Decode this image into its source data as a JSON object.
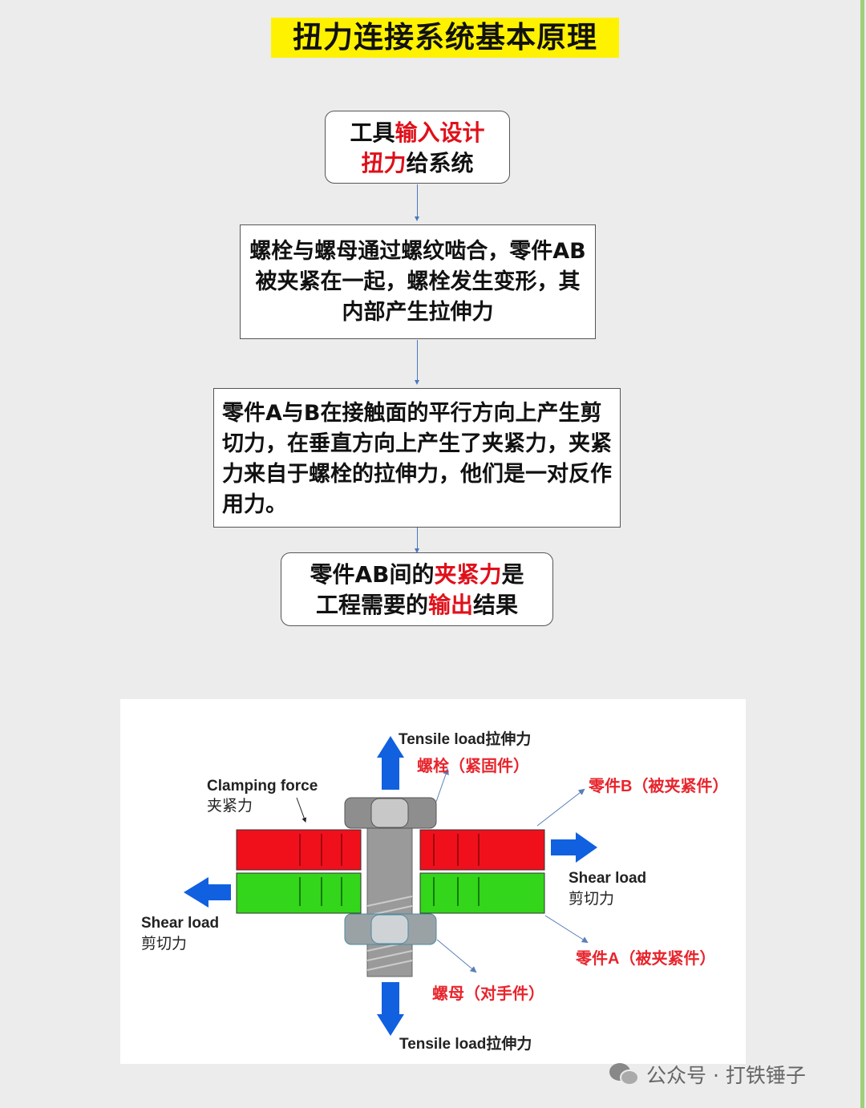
{
  "title": "扭力连接系统基本原理",
  "flow": {
    "box1": {
      "line1_a": "工具",
      "line1_b": "输入设计",
      "line2_a": "扭力",
      "line2_b": "给系统"
    },
    "box2": {
      "text": "螺栓与螺母通过螺纹啮合，零件AB被夹紧在一起，螺栓发生变形，其内部产生拉伸力"
    },
    "box3": {
      "text": "零件A与B在接触面的平行方向上产生剪切力，在垂直方向上产生了夹紧力，夹紧力来自于螺栓的拉伸力，他们是一对反作用力。"
    },
    "box4": {
      "a": "零件AB间的",
      "b": "夹紧力",
      "c": "是",
      "d": "工程需要的",
      "e": "输出",
      "f": "结果"
    }
  },
  "diagram": {
    "tensile_top": "Tensile load拉伸力",
    "bolt": "螺栓（紧固件）",
    "clamping_en": "Clamping force",
    "clamping_cn": "夹紧力",
    "part_b": "零件B（被夹紧件）",
    "shear_right_en": "Shear load",
    "shear_right_cn": "剪切力",
    "shear_left_en": "Shear load",
    "shear_left_cn": "剪切力",
    "part_a": "零件A（被夹紧件）",
    "nut": "螺母（对手件）",
    "tensile_bottom": "Tensile load拉伸力"
  },
  "colors": {
    "red_plate": "#f0101c",
    "green_plate": "#33d61a",
    "arrow_blue": "#1060e0",
    "highlight": "#fff200"
  },
  "watermark": "公众号 · 打铁锤子"
}
